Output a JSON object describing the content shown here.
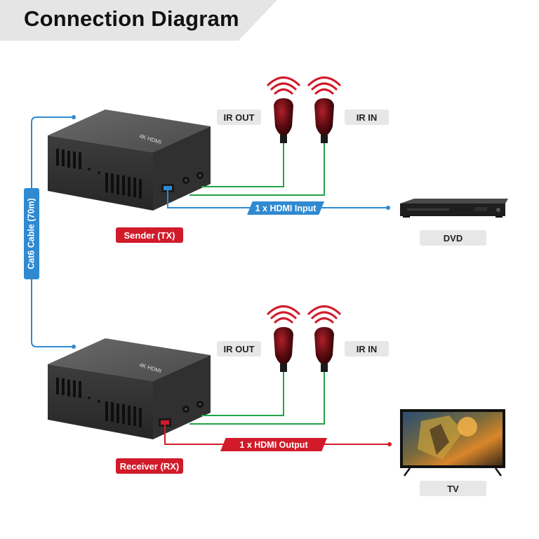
{
  "title": "Connection Diagram",
  "labels": {
    "ir_out_top": "IR OUT",
    "ir_in_top": "IR IN",
    "ir_out_bottom": "IR OUT",
    "ir_in_bottom": "IR IN",
    "sender": "Sender (TX)",
    "receiver": "Receiver (RX)",
    "dvd": "DVD",
    "tv": "TV",
    "hdmi_input": "1 x HDMI Input",
    "hdmi_output": "1 x HDMI Output",
    "cable": "Cat6 Cable (70m)"
  },
  "colors": {
    "hdmi_in_line": "#2f8ad1",
    "hdmi_out_line": "#d11b2a",
    "ir_line": "#22a447",
    "cable_line": "#2f8ad1"
  }
}
